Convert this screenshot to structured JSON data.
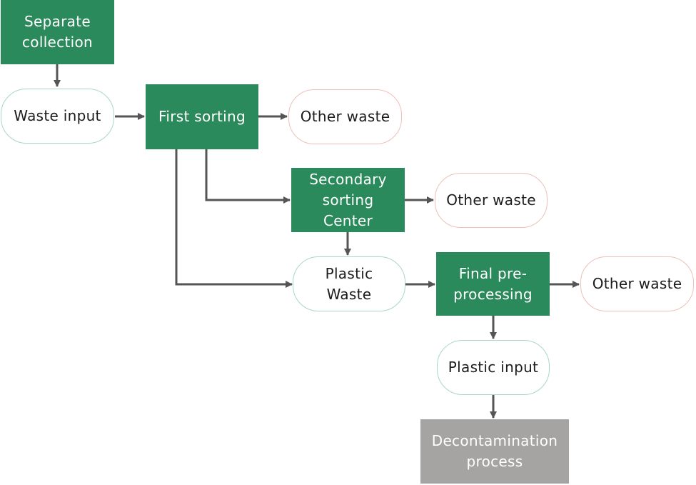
{
  "colors": {
    "process_fill": "#2a8a5c",
    "final_fill": "#a6a4a2",
    "arrow": "#555555",
    "pill_border_green": "#a9d7c2",
    "pill_border_red": "#eec0b9"
  },
  "nodes": {
    "separate_collection": "Separate\ncollection",
    "waste_input": "Waste input",
    "first_sorting": "First sorting",
    "other_waste_1": "Other waste",
    "secondary_sorting": "Secondary\nsorting\nCenter",
    "other_waste_2": "Other waste",
    "plastic_waste": "Plastic\nWaste",
    "final_preprocessing": "Final pre-\nprocessing",
    "other_waste_3": "Other waste",
    "plastic_input": "Plastic input",
    "decontamination": "Decontamination\nprocess"
  },
  "edges": [
    {
      "from": "separate_collection",
      "to": "waste_input"
    },
    {
      "from": "waste_input",
      "to": "first_sorting"
    },
    {
      "from": "first_sorting",
      "to": "other_waste_1"
    },
    {
      "from": "first_sorting",
      "to": "secondary_sorting"
    },
    {
      "from": "first_sorting",
      "to": "plastic_waste"
    },
    {
      "from": "secondary_sorting",
      "to": "other_waste_2"
    },
    {
      "from": "secondary_sorting",
      "to": "plastic_waste"
    },
    {
      "from": "plastic_waste",
      "to": "final_preprocessing"
    },
    {
      "from": "final_preprocessing",
      "to": "other_waste_3"
    },
    {
      "from": "final_preprocessing",
      "to": "plastic_input"
    },
    {
      "from": "plastic_input",
      "to": "decontamination"
    }
  ]
}
